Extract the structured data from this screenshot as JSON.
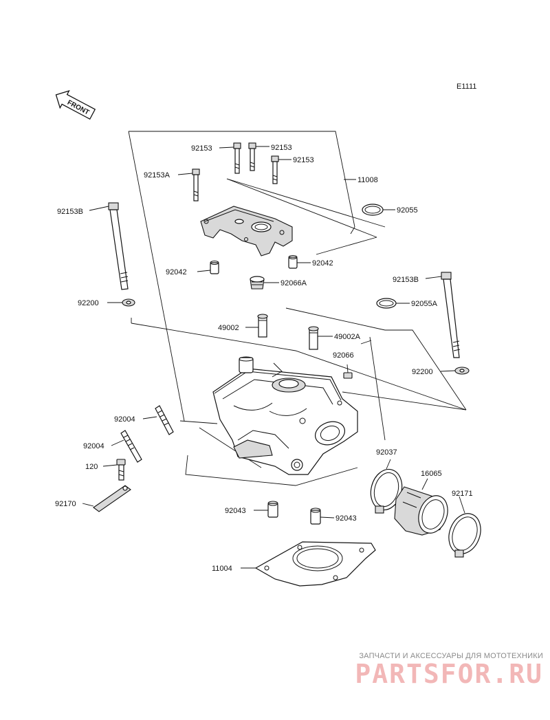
{
  "diagram_code": "E1111",
  "front_arrow_label": "FRONT",
  "labels": {
    "l92153_1": "92153",
    "l92153_2": "92153",
    "l92153_3": "92153",
    "l92153A": "92153A",
    "l11008": "11008",
    "l92153B_left": "92153B",
    "l92055": "92055",
    "l92042_left": "92042",
    "l92042_right": "92042",
    "l92066A": "92066A",
    "l92153B_right": "92153B",
    "l92200_left": "92200",
    "l92055A": "92055A",
    "l49002": "49002",
    "l49002A": "49002A",
    "l92066": "92066",
    "l92200_right": "92200",
    "l92004_top": "92004",
    "l92004_bottom": "92004",
    "l120": "120",
    "l92037": "92037",
    "l16065": "16065",
    "l92171": "92171",
    "l92170": "92170",
    "l92043_left": "92043",
    "l92043_right": "92043",
    "l11004": "11004"
  },
  "watermark": {
    "caption": "ЗАПЧАСТИ И АКСЕССУАРЫ ДЛЯ МОТОТЕХНИКИ",
    "brand": "PARTSFOR.RU"
  }
}
